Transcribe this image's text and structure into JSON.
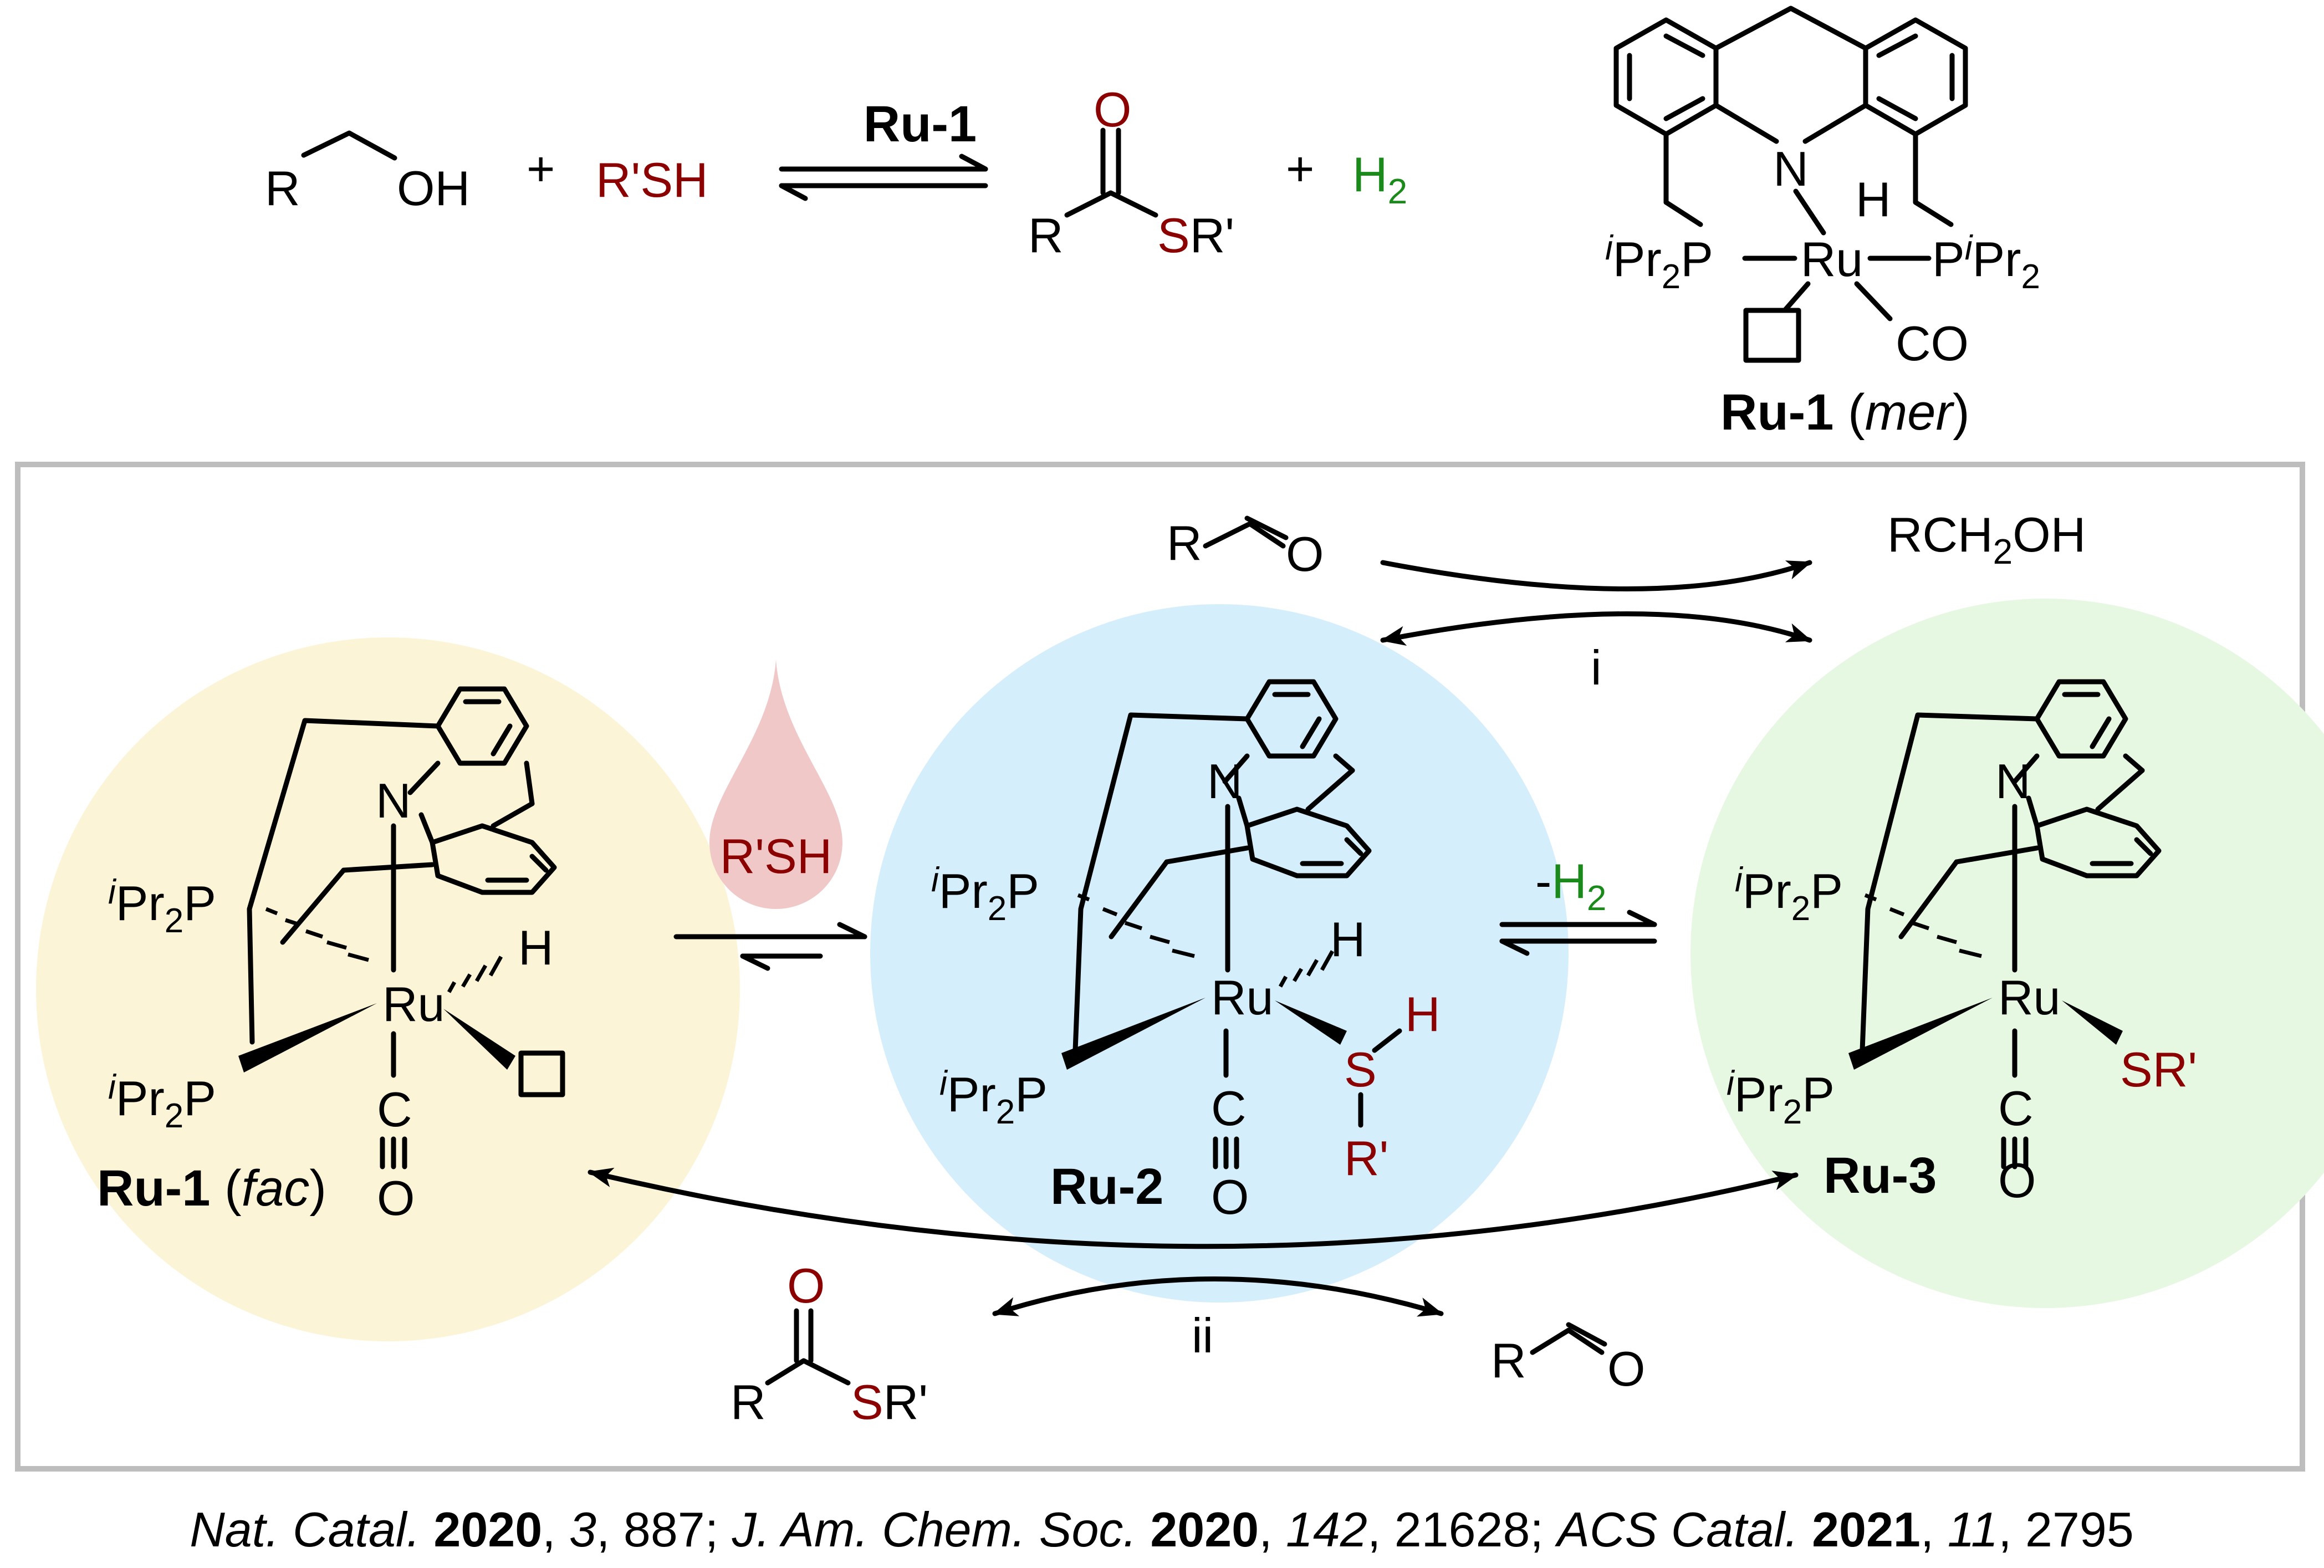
{
  "colors": {
    "sulfur_red": "#8b0000",
    "hydrogen_green": "#1a8a1a",
    "ru1_circle": "#fcf4d6",
    "ru2_circle": "#d5eefb",
    "ru3_circle": "#e6f8e2",
    "drop": "#f0c8c8",
    "frame": "#bdbdbd"
  },
  "top_reaction": {
    "alcohol": {
      "r": "R",
      "oh": "OH"
    },
    "plus1": "+",
    "thiol": "R'SH",
    "catalyst": "Ru-1",
    "product": {
      "o": "O",
      "r": "R",
      "s": "S",
      "r_prime": "R'"
    },
    "plus2": "+",
    "h2": {
      "h": "H",
      "sub": "2"
    }
  },
  "ru1_mer": {
    "n": "N",
    "h": "H",
    "ru": "Ru",
    "p_left": {
      "i": "i",
      "pr": "Pr",
      "sub": "2",
      "p": "P"
    },
    "p_right": {
      "p": "P",
      "i": "i",
      "pr": "Pr",
      "sub": "2"
    },
    "co": "CO",
    "label_bold": "Ru-1",
    "label_paren_open": " (",
    "label_italic": "mer",
    "label_paren_close": ")"
  },
  "cycle": {
    "ru1": {
      "n": "N",
      "h": "H",
      "ru": "Ru",
      "p_top": {
        "i": "i",
        "pr": "Pr",
        "sub": "2",
        "p": "P"
      },
      "p_bottom": {
        "i": "i",
        "pr": "Pr",
        "sub": "2",
        "p": "P"
      },
      "c": "C",
      "o": "O",
      "label_bold": "Ru-1",
      "label_paren_open": " (",
      "label_italic": "fac",
      "label_paren_close": ")"
    },
    "ru2": {
      "n": "N",
      "h": "H",
      "ru": "Ru",
      "p_top": {
        "i": "i",
        "pr": "Pr",
        "sub": "2",
        "p": "P"
      },
      "p_bottom": {
        "i": "i",
        "pr": "Pr",
        "sub": "2",
        "p": "P"
      },
      "c": "C",
      "o": "O",
      "s": "S",
      "sh": "H",
      "r_prime": "R'",
      "label_bold": "Ru-2"
    },
    "ru3": {
      "n": "N",
      "ru": "Ru",
      "p_top": {
        "i": "i",
        "pr": "Pr",
        "sub": "2",
        "p": "P"
      },
      "p_bottom": {
        "i": "i",
        "pr": "Pr",
        "sub": "2",
        "p": "P"
      },
      "c": "C",
      "o": "O",
      "sr": "SR'",
      "label_bold": "Ru-3"
    },
    "drop_label": "R'SH",
    "minus_h2": {
      "minus": "-",
      "h": "H",
      "sub": "2"
    },
    "step_i": "i",
    "step_ii": "ii",
    "aldehyde_top": {
      "r": "R",
      "o": "O"
    },
    "rch2oh": {
      "rch": "RCH",
      "sub": "2",
      "oh": "OH"
    },
    "thioester_bottom": {
      "o": "O",
      "r": "R",
      "s": "S",
      "r_prime": "R'"
    },
    "aldehyde_bottom": {
      "r": "R",
      "o": "O"
    }
  },
  "citation": [
    {
      "t": "Nat. Catal. ",
      "style": "i"
    },
    {
      "t": "2020",
      "style": "b"
    },
    {
      "t": ", ",
      "style": "n"
    },
    {
      "t": "3",
      "style": "i"
    },
    {
      "t": ", 887; ",
      "style": "n"
    },
    {
      "t": "J. Am. Chem. Soc. ",
      "style": "i"
    },
    {
      "t": "2020",
      "style": "b"
    },
    {
      "t": ", ",
      "style": "n"
    },
    {
      "t": "142",
      "style": "i"
    },
    {
      "t": ", 21628; ",
      "style": "n"
    },
    {
      "t": "ACS Catal. ",
      "style": "i"
    },
    {
      "t": "2021",
      "style": "b"
    },
    {
      "t": ", ",
      "style": "n"
    },
    {
      "t": "11",
      "style": "i"
    },
    {
      "t": ", 2795",
      "style": "n"
    }
  ]
}
